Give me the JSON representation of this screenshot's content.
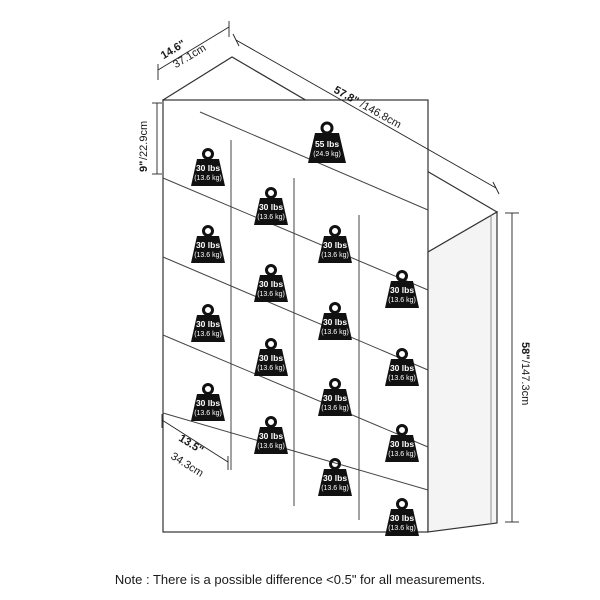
{
  "dimensions": {
    "depth_top": {
      "inch": "14.6\"",
      "cm": "37.1cm"
    },
    "width": {
      "inch": "57.8\"",
      "cm": "/146.8cm"
    },
    "cube_height": {
      "inch": "9\"",
      "cm": "/22.9cm"
    },
    "height": {
      "inch": "58\"",
      "cm": "/147.3cm"
    },
    "cube_depth": {
      "inch": "13.5\"",
      "cm": "34.3cm"
    }
  },
  "top_load": {
    "lbs": "55 lbs",
    "kg": "(24.9 kg)"
  },
  "shelf_load": {
    "lbs": "30 lbs",
    "kg": "(13.6 kg)"
  },
  "shelf_weights_count": 16,
  "note": "Note : There is a possible difference <0.5\" for all measurements."
}
